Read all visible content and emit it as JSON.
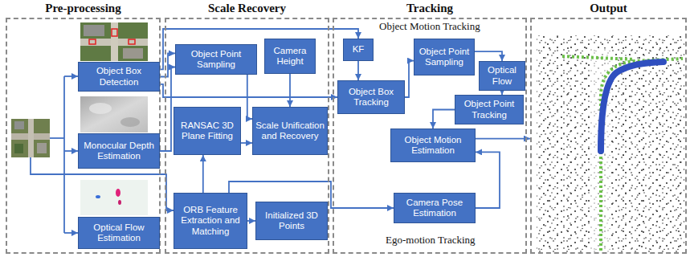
{
  "diagram": {
    "nodes": [
      {
        "text": [
          "Pre-processing"
        ]
      },
      {
        "text": [
          "Scale Recovery"
        ]
      },
      {
        "text": [
          "Tracking"
        ]
      },
      {
        "text": [
          "Output"
        ]
      },
      {
        "text": [
          "Object Box Detection"
        ],
        "in": 0
      },
      {
        "text": [
          "Monocular Depth Estimation"
        ],
        "in": 0
      },
      {
        "text": [
          "Optical Flow Estimation"
        ],
        "in": 0
      },
      {
        "text": [
          "Object Point Sampling"
        ],
        "in": 1
      },
      {
        "text": [
          "Camera Height"
        ],
        "in": 1
      },
      {
        "text": [
          "RANSAC 3D Plane Fitting"
        ],
        "in": 1
      },
      {
        "text": [
          "Scale Unification and Recovery"
        ],
        "in": 1
      },
      {
        "text": [
          "ORB Feature Extraction and Matching"
        ],
        "in": 1
      },
      {
        "text": [
          "Initialized 3D Points"
        ],
        "in": 1
      },
      {
        "text": [
          "KF"
        ],
        "in": 2
      },
      {
        "text": [
          "Object Box Tracking"
        ],
        "in": 2
      },
      {
        "text": [
          "Object Point Sampling"
        ],
        "in": 2
      },
      {
        "text": [
          "Optical Flow"
        ],
        "in": 2
      },
      {
        "text": [
          "Object Point Tracking"
        ],
        "in": 2
      },
      {
        "text": [
          "Object Motion Estimation"
        ],
        "in": 2
      },
      {
        "text": [
          "Camera Pose Estimation"
        ],
        "in": 2
      }
    ],
    "edges": [
      {
        "from": 4,
        "to": 13,
        "arrow": "to"
      },
      {
        "from": 4,
        "to": 7,
        "arrow": "to"
      },
      {
        "from": 4,
        "to": 14,
        "arrow": "to"
      },
      {
        "from": 5,
        "to": 7,
        "arrow": "to"
      },
      {
        "from": 8,
        "to": 10,
        "arrow": "to"
      },
      {
        "from": 7,
        "to": 10,
        "arrow": "to"
      },
      {
        "from": 9,
        "to": 10,
        "arrow": "to"
      },
      {
        "from": 11,
        "to": 12,
        "arrow": "to"
      },
      {
        "from": 11,
        "to": 9,
        "arrow": "to"
      },
      {
        "from": 11,
        "to": 19,
        "arrow": "to"
      },
      {
        "from": 13,
        "to": 14,
        "arrow": "to"
      },
      {
        "from": 14,
        "to": 15,
        "arrow": "to"
      },
      {
        "from": 15,
        "to": 16,
        "arrow": "to"
      },
      {
        "from": 16,
        "to": 17,
        "arrow": "to"
      },
      {
        "from": 17,
        "to": 18,
        "arrow": "to"
      },
      {
        "from": 19,
        "to": 18,
        "arrow": "to"
      },
      {
        "from": 18,
        "to": 3,
        "arrow": "to"
      }
    ],
    "labels": [
      "Object Motion Tracking",
      "Ego-motion Tracking"
    ]
  }
}
